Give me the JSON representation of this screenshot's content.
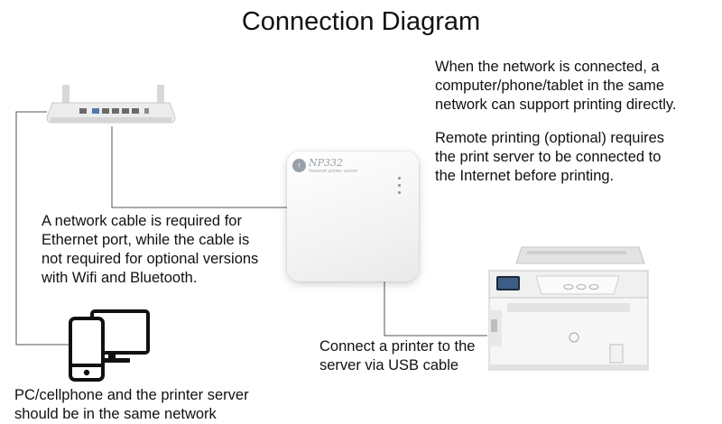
{
  "diagram": {
    "title": "Connection Diagram",
    "labels": {
      "network_info": [
        "When the network is connected, a",
        "computer/phone/tablet in the same",
        "network can support printing directly."
      ],
      "remote_info": [
        "Remote printing (optional) requires",
        "the print server to be connected to",
        "the Internet before printing."
      ],
      "ethernet_info": [
        "A network cable is required for",
        "Ethernet port, while the cable is",
        "not required for optional versions",
        "with Wifi and Bluetooth."
      ],
      "usb_info": [
        "Connect a printer to the",
        "server via USB cable"
      ],
      "same_network_info": [
        "PC/cellphone and the printer server",
        "should be in the same network"
      ]
    },
    "server": {
      "model": "NP332",
      "subtitle": "Network printer server"
    }
  },
  "colors": {
    "connector_line": "#555555",
    "icon_black": "#111111",
    "router_body": "#ececec"
  }
}
